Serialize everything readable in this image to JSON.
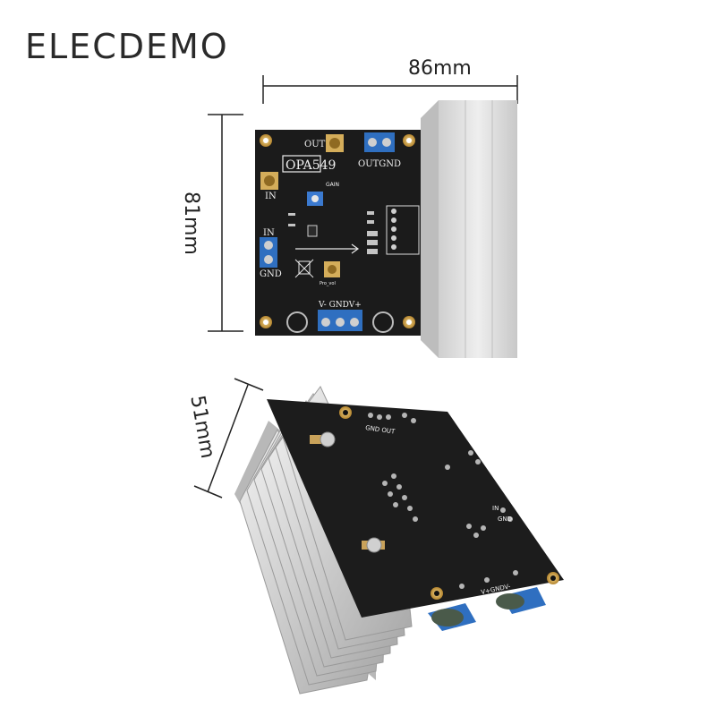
{
  "brand": "ELECDEMO",
  "dimensions": {
    "width": "86mm",
    "height": "81mm",
    "depth": "51mm"
  },
  "board_labels": {
    "chip": "OPA549",
    "out": "OUT",
    "out_gnd": "OUTGND",
    "in": "IN",
    "in_header": "IN",
    "gnd": "GND",
    "gain": "GAIN",
    "power": "V-  GNDV+",
    "test_point": "Pro_vol"
  },
  "back_labels": {
    "gnd_out": "GND OUT",
    "in": "IN",
    "gnd": "GND",
    "power": "V+GNDV-"
  },
  "colors": {
    "pcb": "#1b1b1b",
    "heatsink": "#d9d9d9",
    "terminal": "#2f6fc0",
    "gold": "#c9a04b"
  }
}
